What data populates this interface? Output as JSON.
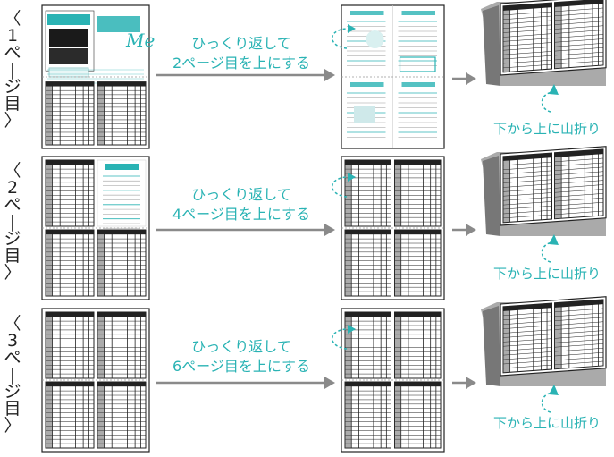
{
  "rows": [
    {
      "label_chars": [
        "〈",
        "1",
        "ペ",
        "|",
        "ジ",
        "目",
        "〉"
      ],
      "label_text": "〈1ページ目〉",
      "instruction_line1": "ひっくり返して",
      "instruction_line2": "2ページ目を上にする",
      "fold_text": "下から上に山折り"
    },
    {
      "label_chars": [
        "〈",
        "2",
        "ペ",
        "|",
        "ジ",
        "目",
        "〉"
      ],
      "label_text": "〈2ページ目〉",
      "instruction_line1": "ひっくり返して",
      "instruction_line2": "4ページ目を上にする",
      "fold_text": "下から上に山折り"
    },
    {
      "label_chars": [
        "〈",
        "3",
        "ペ",
        "|",
        "ジ",
        "目",
        "〉"
      ],
      "label_text": "〈3ページ目〉",
      "instruction_line1": "ひっくり返して",
      "instruction_line2": "6ページ目を上にする",
      "fold_text": "下から上に山折り"
    }
  ],
  "colors": {
    "accent": "#2ab3b4",
    "arrow": "#8a8a8a",
    "line": "#222222"
  }
}
